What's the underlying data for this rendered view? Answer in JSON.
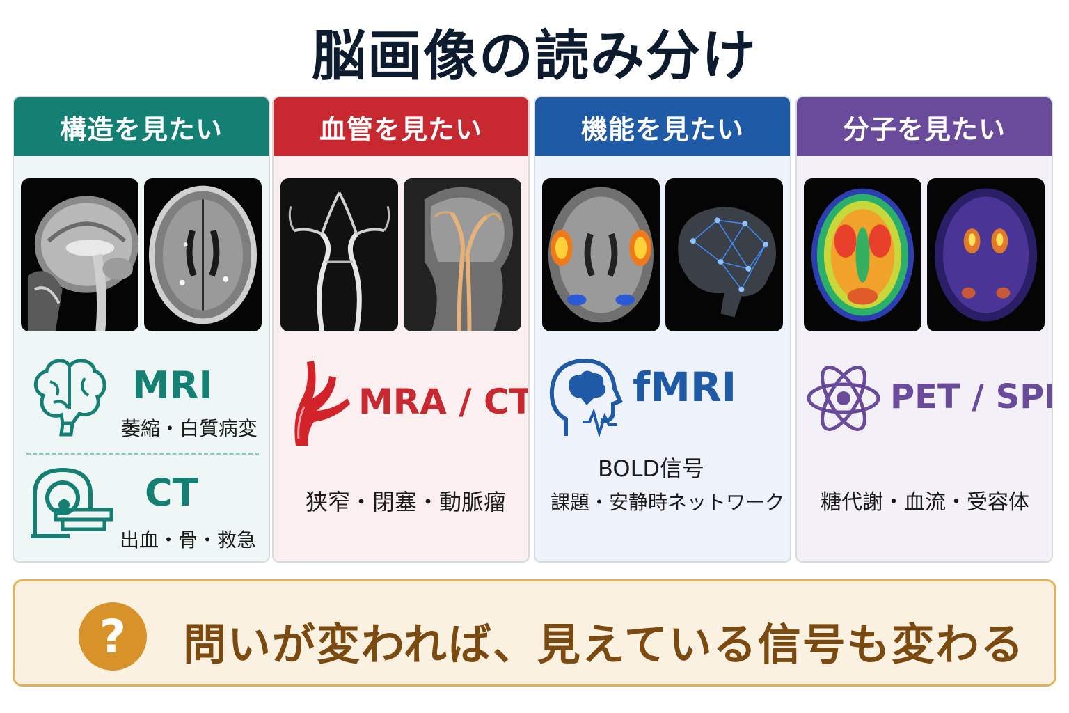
{
  "title": "脳画像の読み分け",
  "columns": [
    {
      "header": "構造を見たい",
      "color": "#138073",
      "bg": "#eef7f5",
      "modalities": [
        {
          "name": "MRI",
          "sub": "萎縮・白質病変",
          "icon": "brain-icon"
        },
        {
          "name": "CT",
          "sub": "出血・骨・救急",
          "icon": "ct-scanner-icon"
        }
      ]
    },
    {
      "header": "血管を見たい",
      "color": "#c8282f",
      "bg": "#fcefef",
      "modalities": [
        {
          "name": "MRA / CTA",
          "sub": "狭窄・閉塞・動脈瘤",
          "icon": "artery-icon"
        }
      ]
    },
    {
      "header": "機能を見たい",
      "color": "#1f5aa6",
      "bg": "#eef2fa",
      "modalities": [
        {
          "name": "fMRI",
          "sub1": "BOLD信号",
          "sub2": "課題・安静時ネットワーク",
          "icon": "head-brain-signal-icon"
        }
      ]
    },
    {
      "header": "分子を見たい",
      "color": "#6a4a9a",
      "bg": "#f3f0f8",
      "modalities": [
        {
          "name": "PET / SPECT",
          "sub": "糖代謝・血流・受容体",
          "icon": "atom-icon"
        }
      ]
    }
  ],
  "banner": {
    "question_mark": "?",
    "text": "問いが変われば、見えている信号も変わる"
  }
}
